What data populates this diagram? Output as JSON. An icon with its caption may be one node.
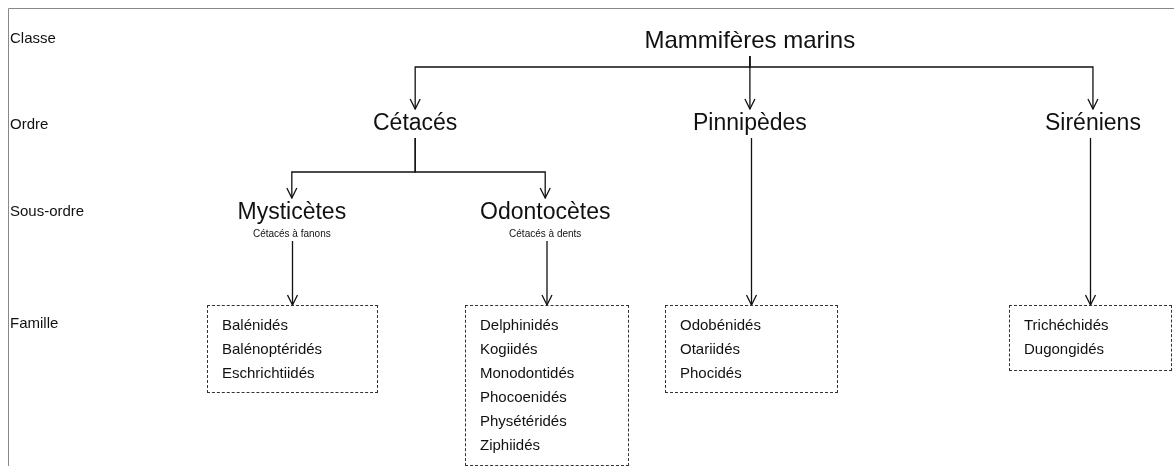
{
  "diagram": {
    "nodes": [
      {
        "text": [
          "Mammifères marins"
        ]
      },
      {
        "text": [
          "Cétacés"
        ]
      },
      {
        "text": [
          "Pinnipèdes"
        ]
      },
      {
        "text": [
          "Siréniens"
        ]
      },
      {
        "text": [
          "Mysticètes",
          "Cétacés à fanons"
        ]
      },
      {
        "text": [
          "Odontocètes",
          "Cétacés à dents"
        ]
      },
      {
        "text": [
          "Balénidés",
          "Balénoptéridés",
          "Eschrichtiidés"
        ]
      },
      {
        "text": [
          "Delphinidés",
          "Kogiidés",
          "Monodontidés",
          "Phocoenidés",
          "Physétéridés",
          "Ziphiidés"
        ]
      },
      {
        "text": [
          "Odobénidés",
          "Otariidés",
          "Phocidés"
        ]
      },
      {
        "text": [
          "Trichéchidés",
          "Dugongidés"
        ]
      }
    ],
    "edges": [
      {
        "from": 0,
        "to": 1,
        "arrow": "to"
      },
      {
        "from": 0,
        "to": 2,
        "arrow": "to"
      },
      {
        "from": 0,
        "to": 3,
        "arrow": "to"
      },
      {
        "from": 1,
        "to": 4,
        "arrow": "to"
      },
      {
        "from": 1,
        "to": 5,
        "arrow": "to"
      },
      {
        "from": 4,
        "to": 6,
        "arrow": "to"
      },
      {
        "from": 5,
        "to": 7,
        "arrow": "to"
      },
      {
        "from": 2,
        "to": 8,
        "arrow": "to"
      },
      {
        "from": 3,
        "to": 9,
        "arrow": "to"
      }
    ],
    "labels": [
      "Classe",
      "Ordre",
      "Sous-ordre",
      "Famille"
    ]
  }
}
